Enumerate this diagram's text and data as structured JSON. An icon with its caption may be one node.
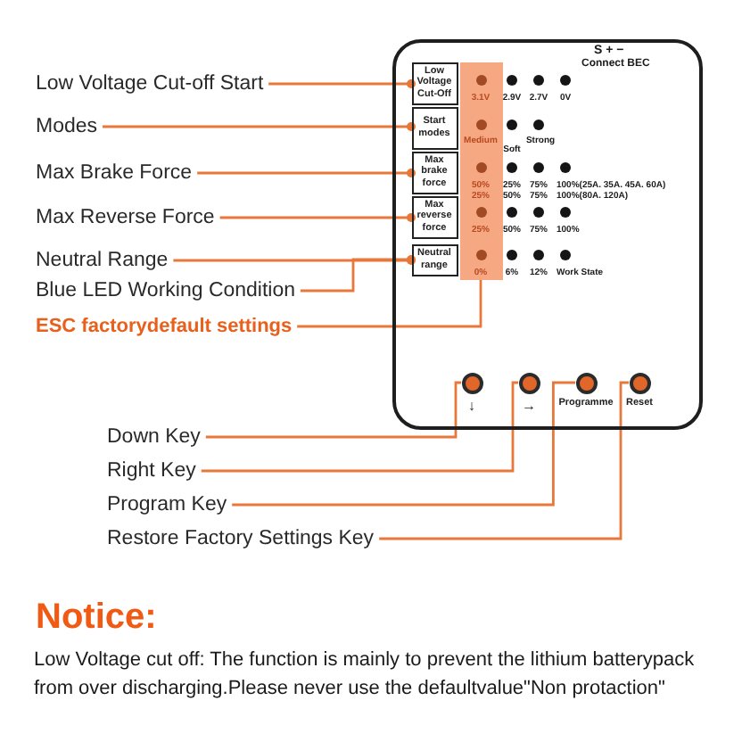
{
  "diagram": {
    "nodes": [
      {
        "text": [],
        "shape": "box"
      },
      {
        "text": [
          "Low Voltage Cut-off Start"
        ]
      },
      {
        "text": [
          "Low Voltage Cut-Off"
        ],
        "in": 0
      },
      {
        "text": [
          "3.1V",
          "Medium",
          "50%",
          "25%",
          "25%",
          "0%"
        ],
        "in": 0
      },
      {
        "text": [
          "Modes"
        ]
      },
      {
        "text": [
          "Start modes"
        ],
        "in": 0
      },
      {
        "text": [
          "Max Brake Force"
        ]
      },
      {
        "text": [
          "Max brake force"
        ],
        "in": 0
      },
      {
        "text": [
          "Max Reverse Force"
        ]
      },
      {
        "text": [
          "Max reverse force"
        ],
        "in": 0
      },
      {
        "text": [
          "Neutral Range"
        ]
      },
      {
        "text": [
          "Neutral range"
        ],
        "in": 0
      },
      {
        "text": [
          "Blue LED Working Condition"
        ]
      },
      {
        "text": [
          "ESC factorydefault settings"
        ]
      },
      {
        "text": [],
        "shape": "circle",
        "beside": [
          "↓"
        ],
        "in": 0
      },
      {
        "text": [],
        "shape": "circle",
        "beside": [
          "→"
        ],
        "in": 0
      },
      {
        "text": [],
        "shape": "circle",
        "beside": [
          "Programme"
        ],
        "in": 0
      },
      {
        "text": [],
        "shape": "circle",
        "beside": [
          "Reset"
        ],
        "in": 0
      },
      {
        "text": [
          "Down Key"
        ]
      },
      {
        "text": [
          "Right Key"
        ]
      },
      {
        "text": [
          "Program Key"
        ]
      },
      {
        "text": [
          "Restore Factory Settings Key"
        ]
      }
    ],
    "edges": [
      {
        "from": 1,
        "to": 2,
        "arrow": "other"
      },
      {
        "from": 4,
        "to": 5,
        "arrow": "other"
      },
      {
        "from": 6,
        "to": 7,
        "arrow": "other"
      },
      {
        "from": 8,
        "to": 9,
        "arrow": "other"
      },
      {
        "from": 10,
        "to": 11,
        "arrow": "other"
      },
      {
        "from": 12,
        "to": 11,
        "arrow": "other"
      },
      {
        "from": 13,
        "to": 3,
        "arrow": "none"
      },
      {
        "from": 18,
        "to": 14,
        "arrow": "none"
      },
      {
        "from": 19,
        "to": 15,
        "arrow": "none"
      },
      {
        "from": 20,
        "to": 16,
        "arrow": "none"
      },
      {
        "from": 21,
        "to": 17,
        "arrow": "none"
      }
    ],
    "labels": [
      "S + −",
      "Connect BEC",
      "2.9V",
      "2.7V",
      "0V",
      "Soft",
      "Strong",
      "25%",
      "75%",
      "100%(25A. 35A. 45A. 60A)",
      "50%",
      "75%",
      "100%(80A. 120A)",
      "50%",
      "75%",
      "100%",
      "6%",
      "12%",
      "Work State",
      "Notice:",
      "Low Voltage cut off: The function is mainly to prevent the lithium batterypack from over discharging.Please never use the defaultvalue\"Non protaction\""
    ]
  }
}
